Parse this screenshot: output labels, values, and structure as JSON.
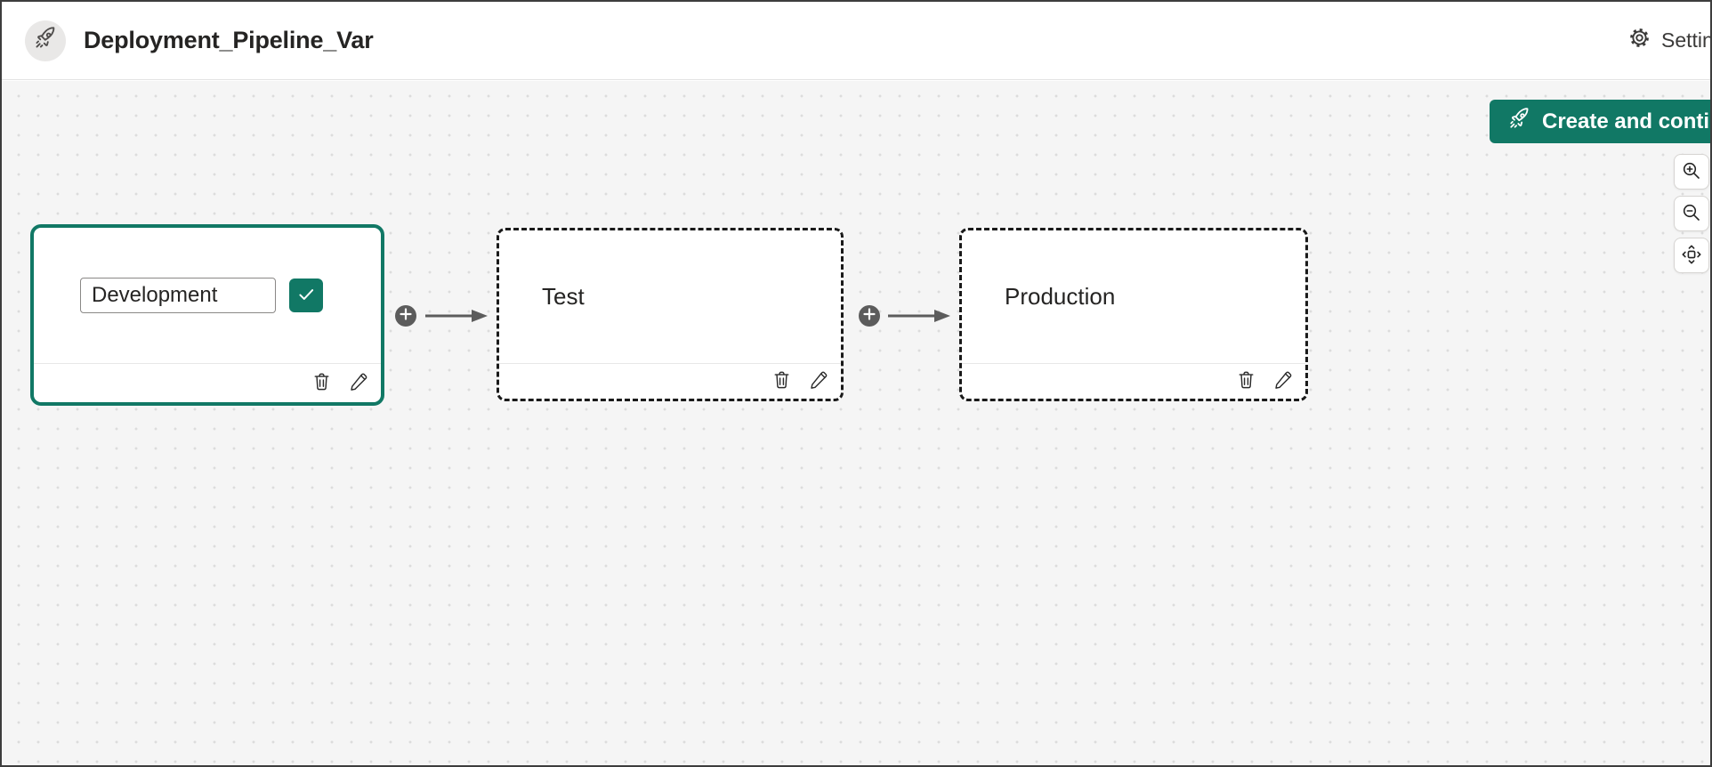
{
  "header": {
    "title": "Deployment_Pipeline_Var",
    "app_icon": "rocket-icon",
    "settings": {
      "label": "Settings",
      "icon": "gear-icon"
    }
  },
  "actions": {
    "create_button": {
      "label": "Create and continue",
      "icon": "rocket-icon"
    }
  },
  "zoom_controls": {
    "zoom_in": "zoom-in",
    "zoom_out": "zoom-out",
    "fit_to_screen": "fit-to-screen"
  },
  "pipeline": {
    "stages": [
      {
        "name": "Development",
        "state": "editing",
        "input": {
          "value": "Development"
        }
      },
      {
        "name": "Test",
        "state": "planned"
      },
      {
        "name": "Production",
        "state": "planned"
      }
    ],
    "connector_count": 2
  },
  "colors": {
    "accent_teal": "#117865",
    "canvas_background": "#f5f5f5",
    "dot_grid": "#dcdcdc",
    "dashed_border": "#1a1a1a",
    "connector_gray": "#5c5c5c",
    "text_primary": "#252423"
  }
}
